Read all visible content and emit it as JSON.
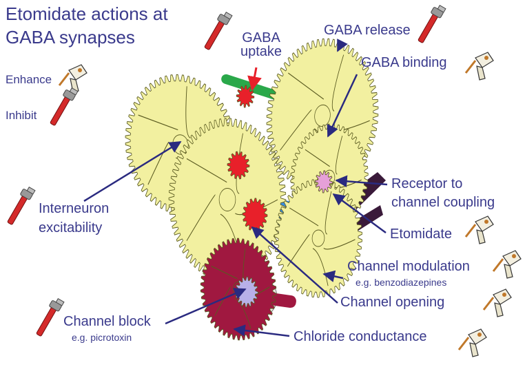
{
  "title_line1": "Etomidate actions at",
  "title_line2": "GABA synapses",
  "legend": {
    "enhance": "Enhance",
    "inhibit": "Inhibit",
    "enhance_icon": "drill-icon",
    "inhibit_icon": "pipe-wrench-icon"
  },
  "labels": {
    "gaba_uptake_1": "GABA",
    "gaba_uptake_2": "uptake",
    "gaba_release": "GABA release",
    "gaba_binding": "GABA binding",
    "receptor_coupling_1": "Receptor to",
    "receptor_coupling_2": "channel coupling",
    "etomidate": "Etomidate",
    "interneuron_1": "Interneuron",
    "interneuron_2": "excitability",
    "channel_modulation": "Channel modulation",
    "channel_modulation_example": "e.g. benzodiazepines",
    "channel_opening": "Channel opening",
    "channel_block": "Channel block",
    "channel_block_example": "e.g. picrotoxin",
    "chloride_conductance": "Chloride conductance"
  },
  "colors": {
    "text": "#3a3a8c",
    "gear_yellow": "#f2f0a0",
    "gear_outline": "#5a5a20",
    "gear_dark_red": "#a01840",
    "gear_red": "#e8202a",
    "shaft_blue": "#3a8ee0",
    "shaft_pink": "#e6a0d8",
    "shaft_green": "#2aa84a",
    "arrow": "#2a2a80",
    "wrench_red": "#d42a2a"
  }
}
